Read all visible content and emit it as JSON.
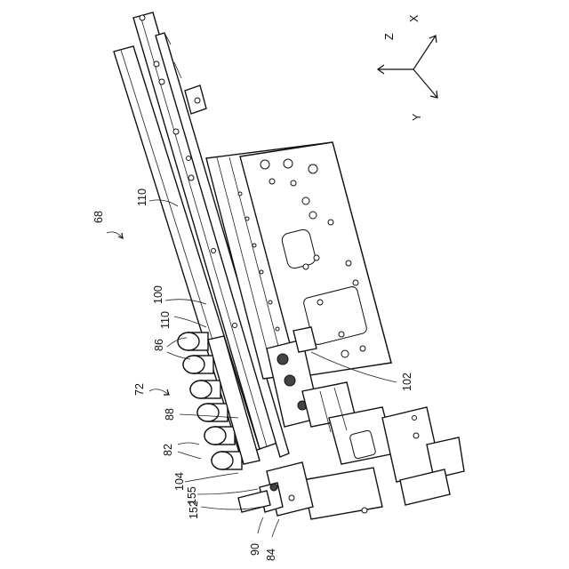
{
  "figure": {
    "axes": {
      "z": "Z",
      "x": "X",
      "y": "Y"
    },
    "labels": {
      "l68": "68",
      "l110a": "110",
      "l100": "100",
      "l110b": "110",
      "l86": "86",
      "l72": "72",
      "l88": "88",
      "l82": "82",
      "l104": "104",
      "l155": "155",
      "l152": "152",
      "l90": "90",
      "l84": "84",
      "l102": "102"
    }
  }
}
